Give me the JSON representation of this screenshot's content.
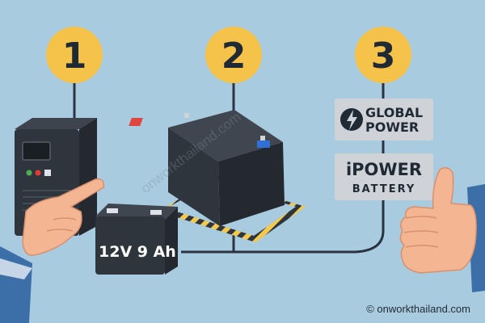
{
  "steps": [
    {
      "number": "1"
    },
    {
      "number": "2"
    },
    {
      "number": "3"
    }
  ],
  "battery_small": {
    "label": "12V 9 Ah"
  },
  "brands": [
    {
      "line1": "GLOBAL",
      "line2": "POWER"
    },
    {
      "line1": "iPOWER",
      "line2": "BATTERY"
    }
  ],
  "watermark": "onworkthailand.com",
  "footer": "© onworkthailand.com",
  "colors": {
    "background": "#a9cbe0",
    "step_circle": "#f5c24a",
    "device_dark": "#2f353d",
    "brand_card": "#cfd3d8",
    "skin": "#f3b592",
    "stripe_yellow": "#f2c94c"
  }
}
